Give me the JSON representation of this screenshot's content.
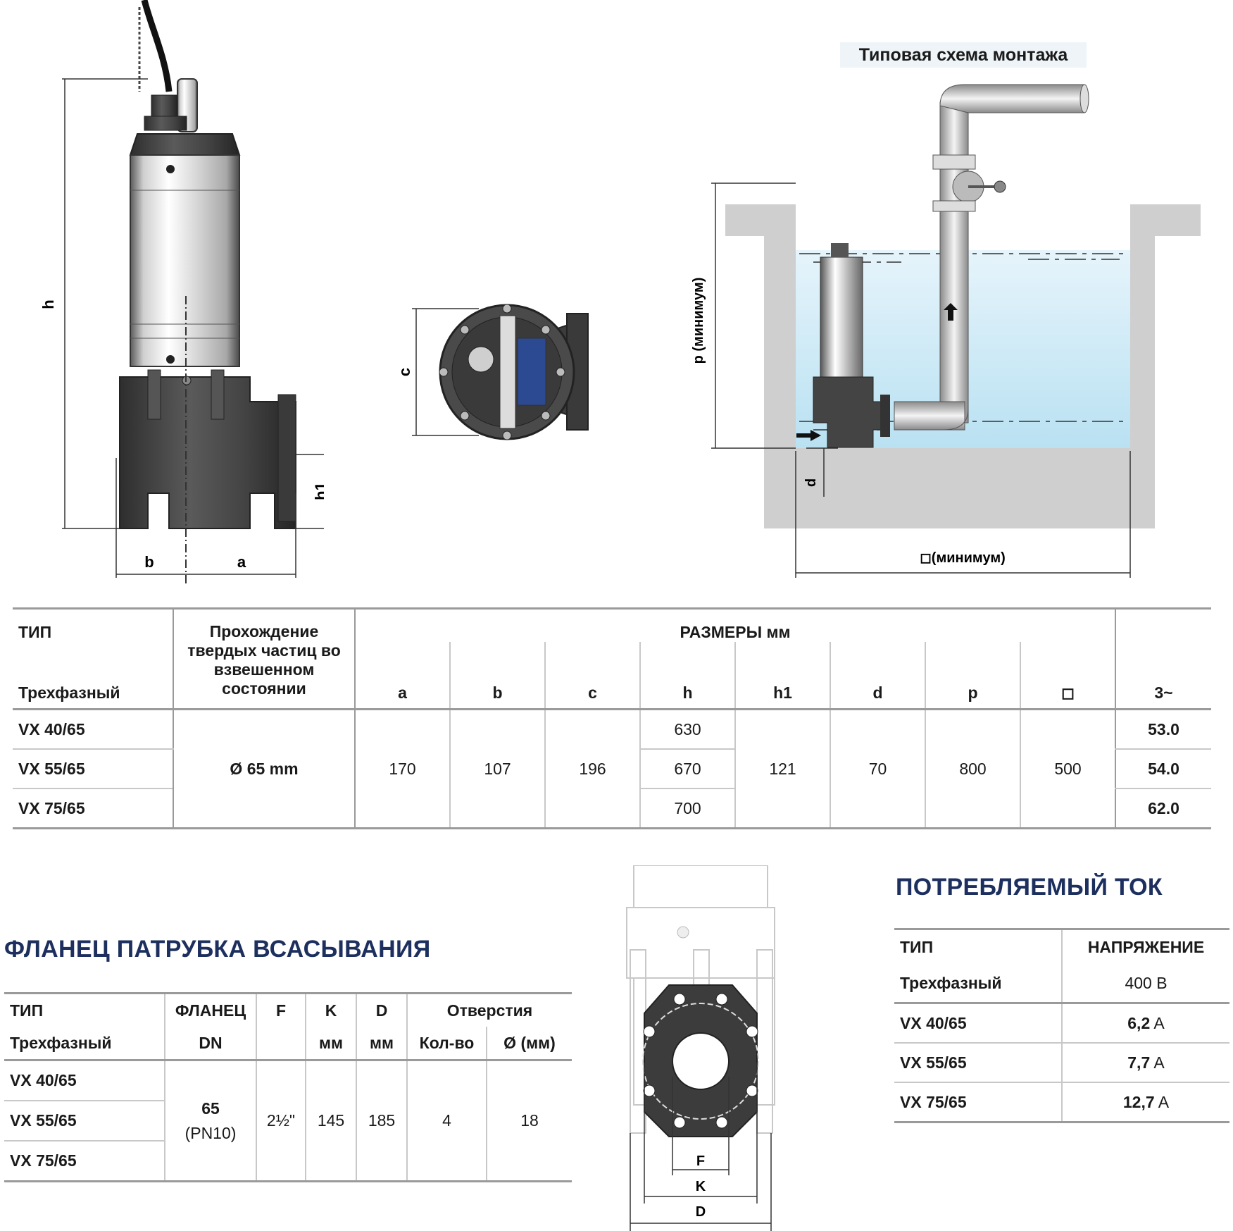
{
  "drawing": {
    "scheme_title": "Типовая схема монтажа",
    "labels": {
      "h": "h",
      "h1": "h1",
      "a": "a",
      "b": "b",
      "c": "c",
      "d": "d",
      "p_min": "р (минимум)",
      "square_min": "◻(минимум)",
      "F": "F",
      "K": "K",
      "D": "D"
    }
  },
  "dims_table": {
    "col_type": "ТИП",
    "col_type_sub": "Трехфазный",
    "col_solids": "Прохождение твердых частиц во взвешенном состоянии",
    "group_header": "РАЗМЕРЫ мм",
    "cols": [
      "a",
      "b",
      "c",
      "h",
      "h1",
      "d",
      "p",
      "◻",
      "3~"
    ],
    "solids_value": "Ø 65 mm",
    "a": "170",
    "b": "107",
    "c": "196",
    "h1": "121",
    "d": "70",
    "p": "800",
    "sq": "500",
    "rows": [
      {
        "type": "VX 40/65",
        "h": "630",
        "weight": "53.0"
      },
      {
        "type": "VX 55/65",
        "h": "670",
        "weight": "54.0"
      },
      {
        "type": "VX 75/65",
        "h": "700",
        "weight": "62.0"
      }
    ]
  },
  "flange": {
    "title": "ФЛАНЕЦ ПАТРУБКА ВСАСЫВАНИЯ",
    "h_type": "ТИП",
    "h_type_sub": "Трехфазный",
    "h_flange": "ФЛАНЕЦ",
    "h_flange_sub": "DN",
    "h_f": "F",
    "h_k": "K",
    "h_k_sub": "мм",
    "h_d": "D",
    "h_d_sub": "мм",
    "h_holes": "Отверстия",
    "h_holes_count": "Кол-во",
    "h_holes_dia": "Ø (мм)",
    "rows": [
      "VX 40/65",
      "VX 55/65",
      "VX 75/65"
    ],
    "dn": "65",
    "pn": "(PN10)",
    "f": "2½\"",
    "k": "145",
    "d": "185",
    "count": "4",
    "dia": "18"
  },
  "current": {
    "title": "ПОТРЕБЛЯЕМЫЙ ТОК",
    "h_type": "ТИП",
    "h_type_sub": "Трехфазный",
    "h_voltage": "НАПРЯЖЕНИЕ",
    "voltage": "400 В",
    "rows": [
      {
        "type": "VX 40/65",
        "value": "6,2",
        "unit": "A"
      },
      {
        "type": "VX 55/65",
        "value": "7,7",
        "unit": "A"
      },
      {
        "type": "VX 75/65",
        "value": "12,7",
        "unit": "A"
      }
    ]
  }
}
